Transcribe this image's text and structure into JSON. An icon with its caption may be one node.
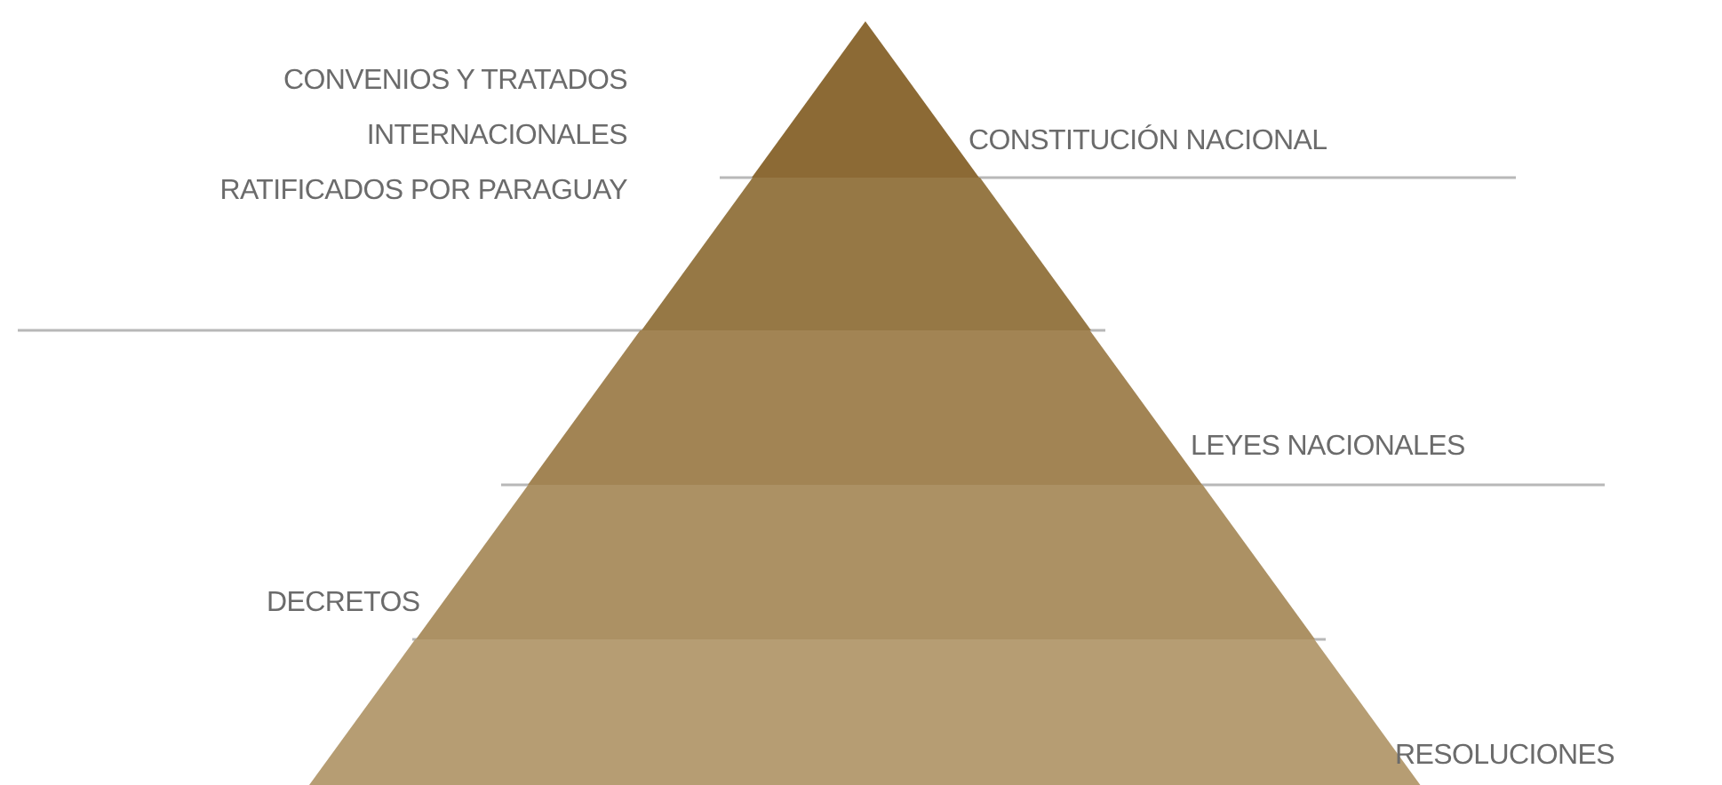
{
  "diagram": {
    "nodes": [
      {
        "text": [
          "CONSTITUCIÓN NACIONAL"
        ]
      },
      {
        "text": [
          "CONVENIOS Y TRATADOS INTERNACIONALES RATIFICADOS POR PARAGUAY"
        ]
      },
      {
        "text": [
          "LEYES NACIONALES"
        ]
      },
      {
        "text": [
          "DECRETOS"
        ]
      },
      {
        "text": [
          "RESOLUCIONES"
        ]
      }
    ]
  }
}
